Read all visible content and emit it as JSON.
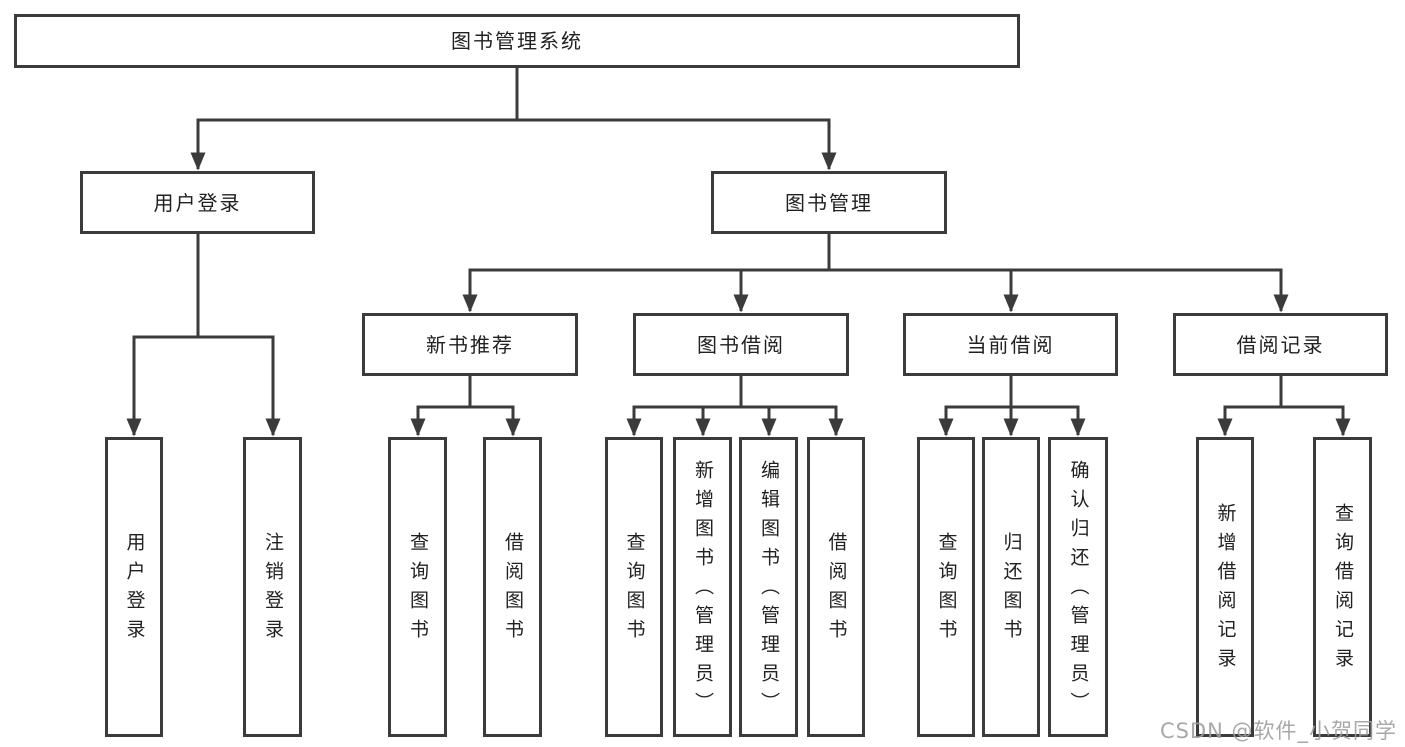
{
  "colors": {
    "line": "#3b3b3b",
    "box_border": "#3b3b3b",
    "box_fill": "#ffffff",
    "text": "#212121",
    "watermark": "#9e9e9e"
  },
  "diagram": {
    "root": {
      "label": "图书管理系统",
      "children": [
        {
          "label": "用户登录",
          "children": [
            {
              "label": "用户登录"
            },
            {
              "label": "注销登录"
            }
          ]
        },
        {
          "label": "图书管理",
          "children": [
            {
              "label": "新书推荐",
              "children": [
                {
                  "label": "查询图书"
                },
                {
                  "label": "借阅图书"
                }
              ]
            },
            {
              "label": "图书借阅",
              "children": [
                {
                  "label": "查询图书"
                },
                {
                  "label": "新增图书（管理员）"
                },
                {
                  "label": "编辑图书（管理员）"
                },
                {
                  "label": "借阅图书"
                }
              ]
            },
            {
              "label": "当前借阅",
              "children": [
                {
                  "label": "查询图书"
                },
                {
                  "label": "归还图书"
                },
                {
                  "label": "确认归还（管理员）"
                }
              ]
            },
            {
              "label": "借阅记录",
              "children": [
                {
                  "label": "新增借阅记录"
                },
                {
                  "label": "查询借阅记录"
                }
              ]
            }
          ]
        }
      ]
    }
  },
  "watermark": {
    "text": "CSDN @软件_小贺同学"
  }
}
